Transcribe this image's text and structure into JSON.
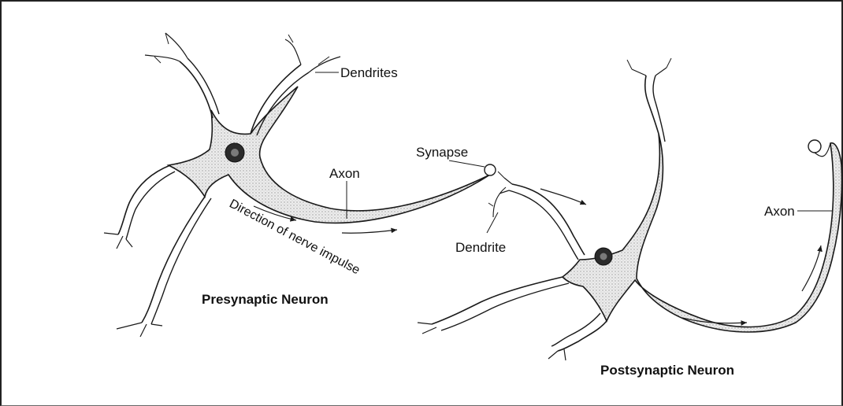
{
  "labels": {
    "dendrites": "Dendrites",
    "synapse": "Synapse",
    "axon_pre": "Axon",
    "direction": "Direction of nerve impulse",
    "dendrite_post": "Dendrite",
    "axon_post": "Axon",
    "presynaptic": "Presynaptic Neuron",
    "postsynaptic": "Postsynaptic Neuron"
  },
  "colors": {
    "stroke": "#1a1a1a",
    "cytoplasm": "#d9d9d9",
    "nucleus": "#2b2b2b"
  }
}
